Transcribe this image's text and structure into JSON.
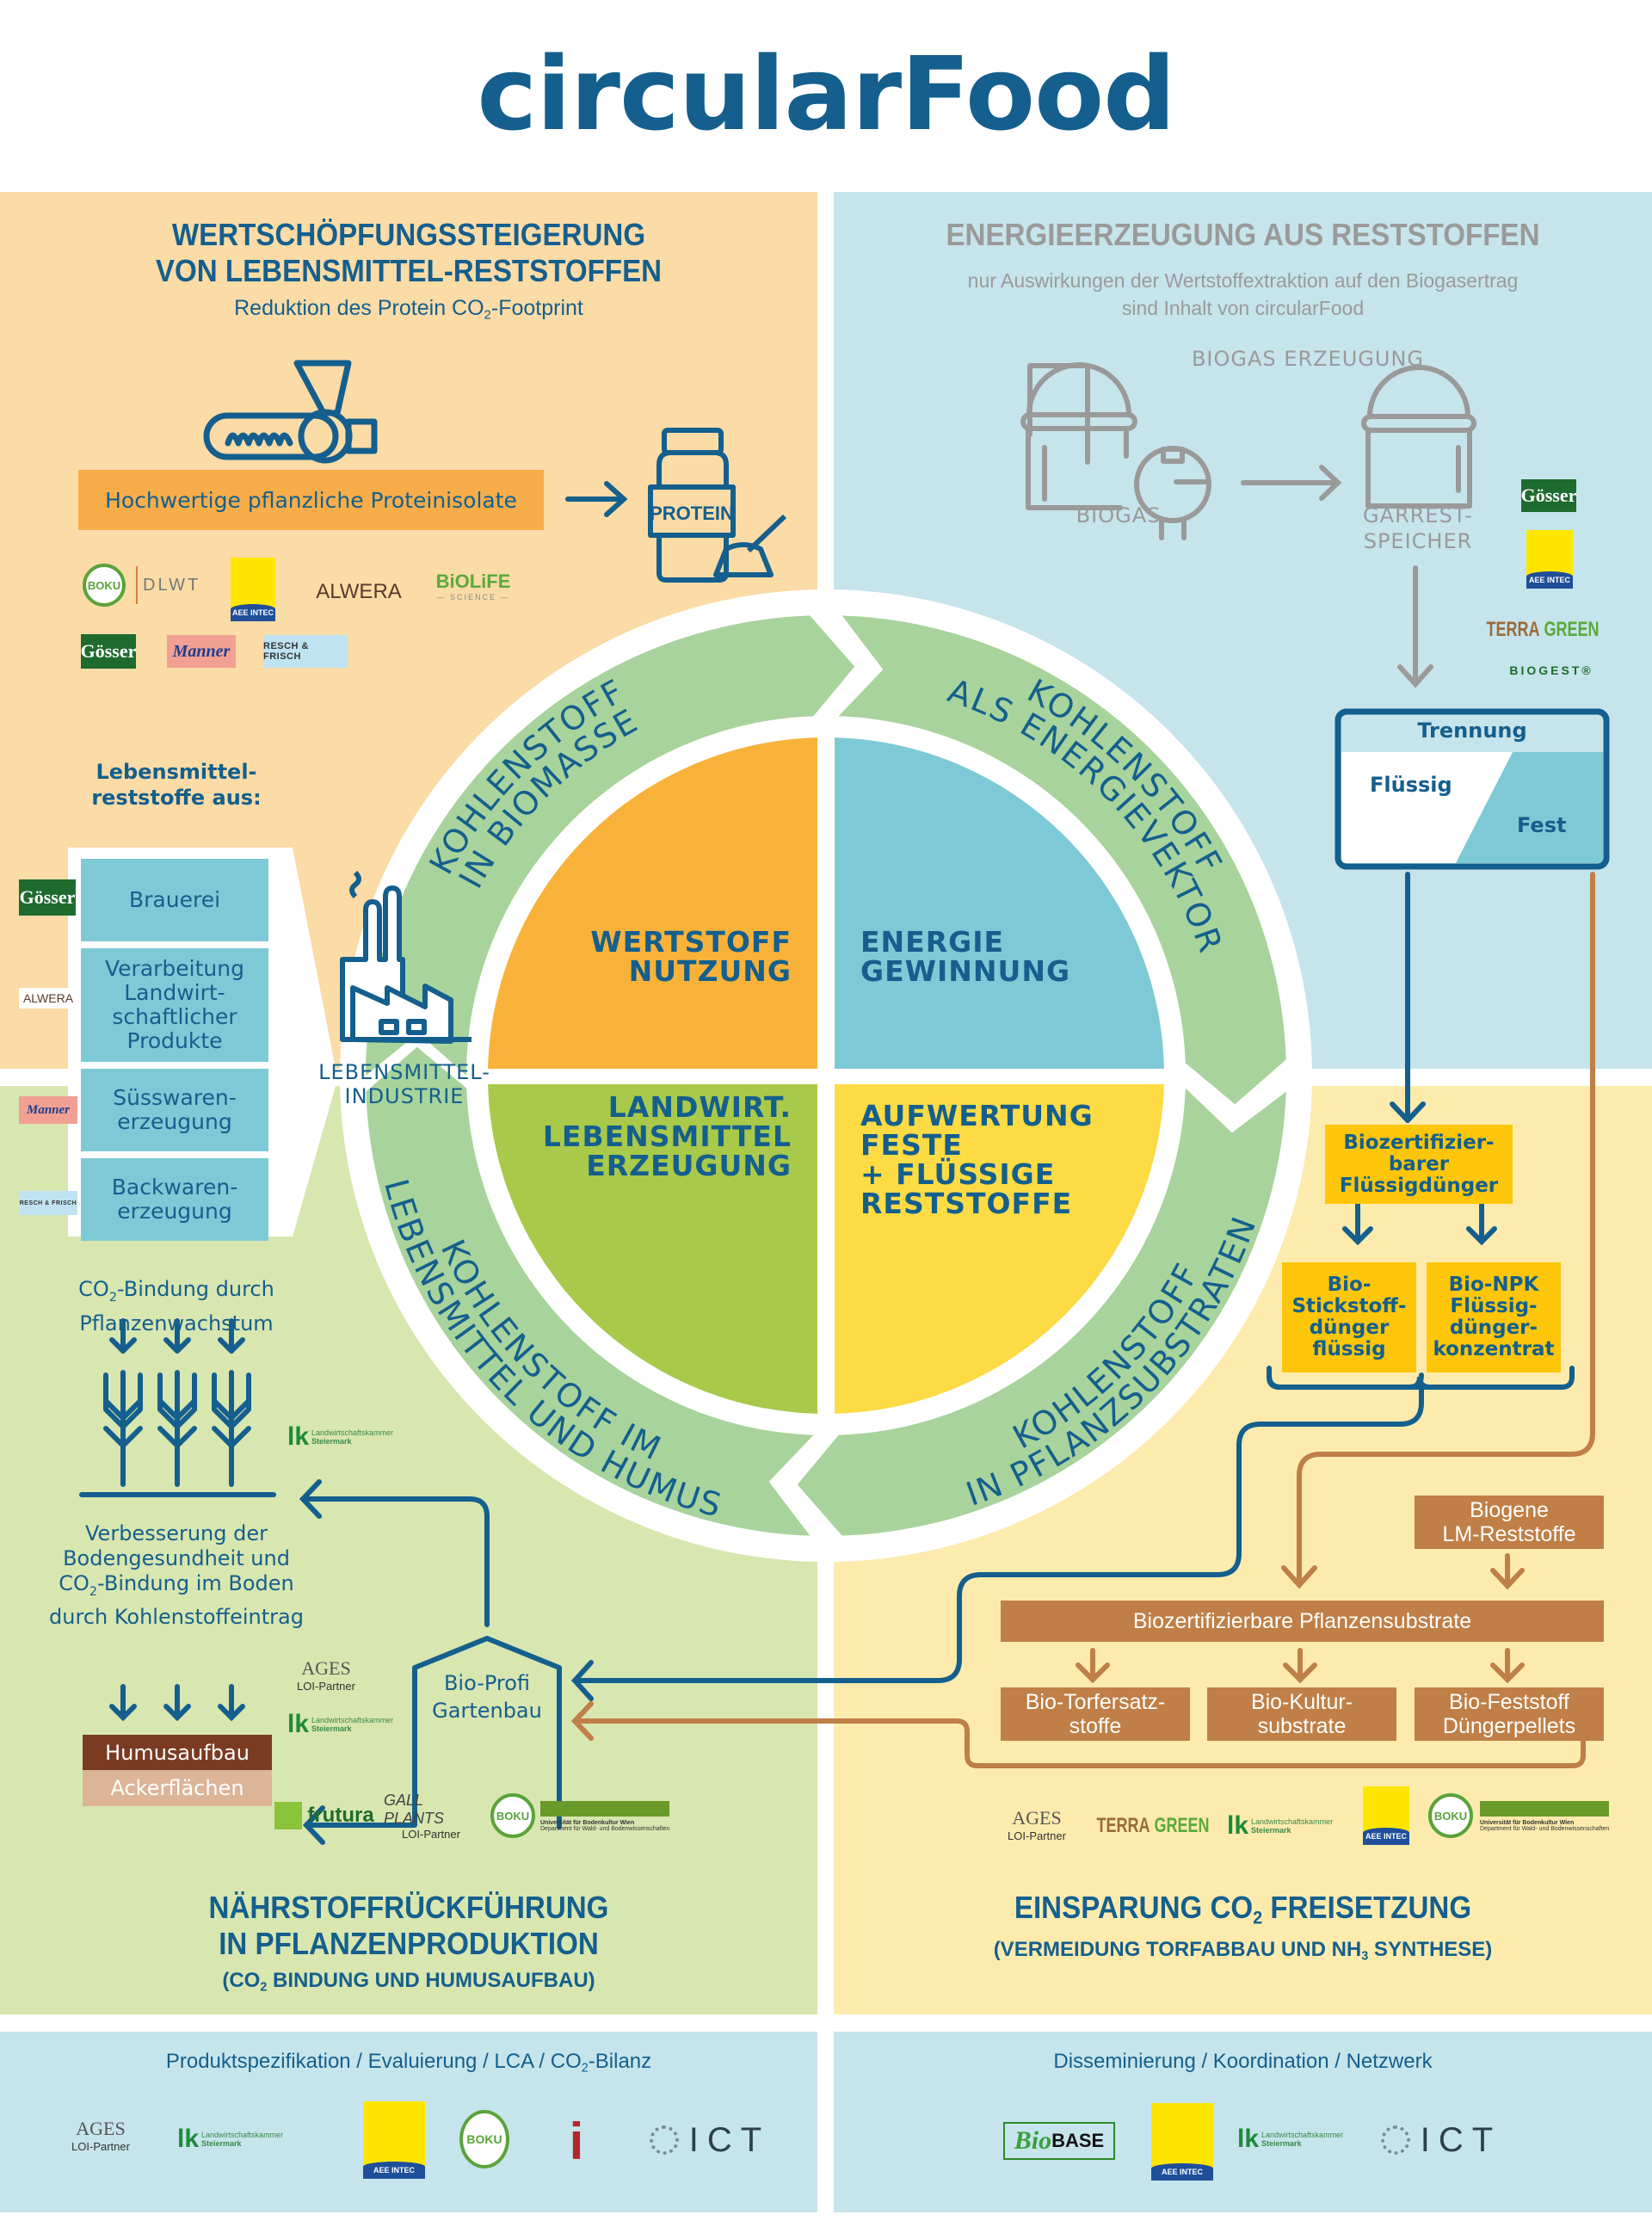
{
  "title": "circularFood",
  "colors": {
    "primary_blue": "#145f8d",
    "panel_orange": "#fbdba6",
    "panel_blue": "#c6e4eb",
    "panel_green": "#d8e6b0",
    "panel_yellow": "#fdebae",
    "ring_green": "#a8d39c",
    "quad_orange": "#f8b23a",
    "quad_blue": "#7ec9d6",
    "quad_green": "#a9c94a",
    "quad_yellow": "#fddb45",
    "flow_brown": "#bf7f46",
    "gray": "#9a9a9a"
  },
  "top_left": {
    "heading_line1": "WERTSCHÖPFUNGSSTEIGERUNG",
    "heading_line2": "VON LEBENSMITTEL-RESTSTOFFEN",
    "subtitle_pre": "Reduktion des Protein CO",
    "subtitle_sub": "2",
    "subtitle_post": "-Footprint",
    "protein_box": "Hochwertige pflanzliche Proteinisolate",
    "protein_jar_label": "PROTEIN",
    "logos": [
      "BOKU DLWT",
      "AEE INTEC",
      "ALWERA",
      "BIOLIFE SCIENCE",
      "Gösser",
      "Manner",
      "RESCH & FRISCH"
    ],
    "reststoffe_heading_line1": "Lebensmittel-",
    "reststoffe_heading_line2": "reststoffe aus:",
    "sources": [
      {
        "label": "Brauerei",
        "logo": "Gösser"
      },
      {
        "label": "Verarbeitung Landwirt-schaftlicher Produkte",
        "logo": "ALWERA"
      },
      {
        "label": "Süsswaren-erzeugung",
        "logo": "Manner"
      },
      {
        "label": "Backwaren-erzeugung",
        "logo": "RESCH & FRISCH"
      }
    ],
    "industry_label_line1": "LEBENSMITTEL-",
    "industry_label_line2": "INDUSTRIE"
  },
  "top_right": {
    "heading": "ENERGIEERZEUGUNG AUS RESTSTOFFEN",
    "subtitle_line1": "nur Auswirkungen der Wertstoffextraktion auf den Biogasertrag",
    "subtitle_line2": "sind Inhalt von circularFood",
    "biogas_heading": "BIOGAS ERZEUGUNG",
    "biogas_label": "BIOGAS",
    "gaerrest_line1": "GÄRREST-",
    "gaerrest_line2": "SPEICHER",
    "logos": [
      "Gösser",
      "AEE INTEC",
      "TERRA GREEN",
      "BIOGEST®"
    ],
    "separation": {
      "title": "Trennung",
      "liquid": "Flüssig",
      "solid": "Fest"
    }
  },
  "cycle": {
    "quadrants": {
      "tl": [
        "WERTSTOFF",
        "NUTZUNG"
      ],
      "tr": [
        "ENERGIE",
        "GEWINNUNG"
      ],
      "bl": [
        "LANDWIRT.",
        "LEBENSMITTEL",
        "ERZEUGUNG"
      ],
      "br": [
        "AUFWERTUNG",
        "FESTE",
        "+ FLÜSSIGE",
        "RESTSTOFFE"
      ]
    },
    "ring_labels": {
      "tl": [
        "KOHLENSTOFF",
        "IN BIOMASSE"
      ],
      "tr": [
        "KOHLENSTOFF",
        "ALS ENERGIEVEKTOR"
      ],
      "br": [
        "KOHLENSTOFF",
        "IN PFLANZSUBSTRATEN"
      ],
      "bl": [
        "KOHLENSTOFF IM",
        "LEBENSMITTEL UND HUMUS"
      ]
    }
  },
  "bottom_right": {
    "liquid_fertilizer": "Biozertifizier-barer Flüssigdünger",
    "liquid_fertilizer_lines": [
      "Biozertifizier-",
      "barer",
      "Flüssigdünger"
    ],
    "nitrogen_lines": [
      "Bio-",
      "Stickstoff-",
      "dünger",
      "flüssig"
    ],
    "npk_lines": [
      "Bio-NPK",
      "Flüssig-",
      "dünger-",
      "konzentrat"
    ],
    "biogene_lines": [
      "Biogene",
      "LM-Reststoffe"
    ],
    "substrates": "Biozertifizierbare Pflanzensubstrate",
    "products": [
      [
        "Bio-Torfersatz-",
        "stoffe"
      ],
      [
        "Bio-Kultur-",
        "substrate"
      ],
      [
        "Bio-Feststoff",
        "Düngerpellets"
      ]
    ],
    "logos": [
      "AGES LOI-Partner",
      "TERRA GREEN",
      "Landwirtschaftskammer Steiermark",
      "AEE INTEC",
      "BOKU Universität für Bodenkultur Wien"
    ],
    "heading_pre": "EINSPARUNG CO",
    "heading_sub": "2",
    "heading_post": " FREISETZUNG",
    "subheading_pre": "(VERMEIDUNG TORFABBAU UND NH",
    "subheading_sub": "3",
    "subheading_post": " SYNTHESE)"
  },
  "bottom_left": {
    "co2_plants_line1_pre": "CO",
    "co2_plants_line1_sub": "2",
    "co2_plants_line1_post": "-Bindung durch",
    "co2_plants_line2": "Pflanzenwachstum",
    "soil_lines": [
      "Verbesserung der",
      "Bodengesundheit und"
    ],
    "soil_line3_pre": "CO",
    "soil_line3_sub": "2",
    "soil_line3_post": "-Bindung im Boden",
    "soil_line4": "durch Kohlenstoffeintrag",
    "humus": "Humusaufbau",
    "fields": "Ackerflächen",
    "garden_lines": [
      "Bio-Profi",
      "Gartenbau"
    ],
    "logos": [
      "Landwirtschaftskammer Steiermark",
      "AGES LOI-Partner",
      "Landwirtschaftskammer Steiermark",
      "frutura",
      "GALL PLANTS LOI-Partner",
      "BOKU Universität für Bodenkultur Wien"
    ],
    "heading_line1": "NÄHRSTOFFRÜCKFÜHRUNG",
    "heading_line2": "IN PFLANZENPRODUKTION",
    "subheading_pre": "(CO",
    "subheading_sub": "2",
    "subheading_post": " BINDUNG UND HUMUSAUFBAU)"
  },
  "footer": {
    "left_title_pre": "Produktspezifikation / Evaluierung / LCA / CO",
    "left_title_sub": "2",
    "left_title_post": "-Bilanz",
    "left_logos": [
      "AGES LOI-Partner",
      "Landwirtschaftskammer Steiermark",
      "AEE INTEC",
      "BOKU",
      "i-partner",
      "ICT"
    ],
    "right_title": "Disseminierung / Koordination / Netzwerk",
    "right_logos": [
      "BioBASE",
      "AEE INTEC",
      "Landwirtschaftskammer Steiermark",
      "ICT"
    ]
  },
  "logo_text": {
    "gosser": "Gösser",
    "manner": "Manner",
    "resch": "RESCH & FRISCH",
    "alwera": "ALWERA",
    "aee": "AEE INTEC",
    "boku": "BOKU",
    "dlwt": "DLWT",
    "biolife": "BiOLiFE",
    "biolife_sub": "— SCIENCE —",
    "lk": "lk",
    "lk_sub1": "Landwirtschaftskammer",
    "lk_sub2": "Steiermark",
    "ages": "AGES",
    "loi": "LOI-Partner",
    "terra": "TERRA",
    "green": "GREEN",
    "biogest": "BIOGEST®",
    "ict": "ICT",
    "frutura": "frutura",
    "gall": "GALL PLANTS",
    "univ1": "Universität für Bodenkultur Wien",
    "univ2": "Department für Wald- und Bodenwissenschaften",
    "biobase_bio": "Bio",
    "biobase_base": "BASE",
    "ipart": "i"
  }
}
